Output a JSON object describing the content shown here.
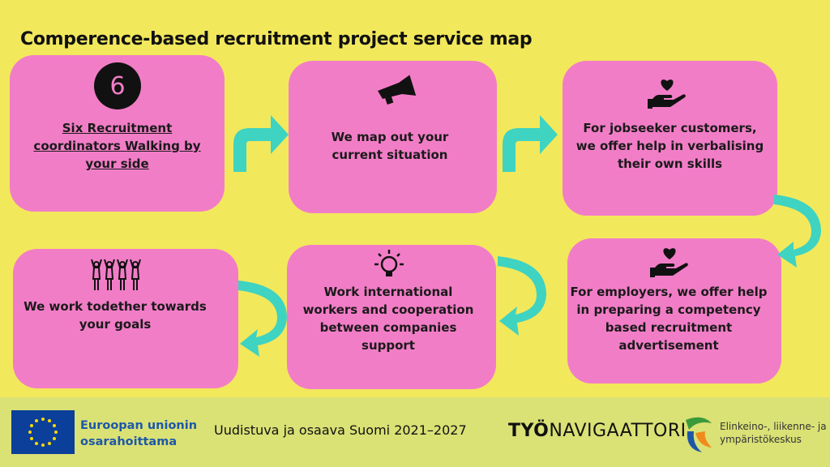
{
  "title": "Comperence-based recruitment project service map",
  "steps": [
    {
      "badge": "6",
      "lines": [
        "Six Recruitment",
        "coordinators Walking by",
        "your side"
      ]
    },
    {
      "lines": [
        "We map out your",
        "current situation"
      ]
    },
    {
      "lines": [
        "For jobseeker customers,",
        "we offer help in verbalising",
        "their own skills"
      ]
    },
    {
      "lines": [
        "For employers, we offer help",
        "in preparing a competency",
        "based recruitment",
        "advertisement"
      ]
    },
    {
      "lines": [
        "Work international",
        "workers and cooperation",
        "between companies",
        "support"
      ]
    },
    {
      "lines": [
        "We work todether towards",
        "your goals"
      ]
    }
  ],
  "icons": {
    "step2": "megaphone-icon",
    "step3": "heart-in-hand-icon",
    "step4": "heart-in-hand-icon",
    "step5": "lightbulb-icon",
    "step6": "team-cheering-icon"
  },
  "footer": {
    "eu_line1": "Euroopan unionin",
    "eu_line2": "osarahoittama",
    "program": "Uudistuva ja osaava Suomi 2021–2027",
    "tyo_bold": "TYÖ",
    "tyo_rest": "NAVIGAATTORI",
    "ely_line1": "Elinkeino-, liikenne- ja",
    "ely_line2": "ympäristökeskus"
  },
  "colors": {
    "background": "#f2e85c",
    "card": "#f27dc7",
    "arrow": "#3fd3c1",
    "footer": "#dae175",
    "eu_blue": "#1d58a8"
  }
}
